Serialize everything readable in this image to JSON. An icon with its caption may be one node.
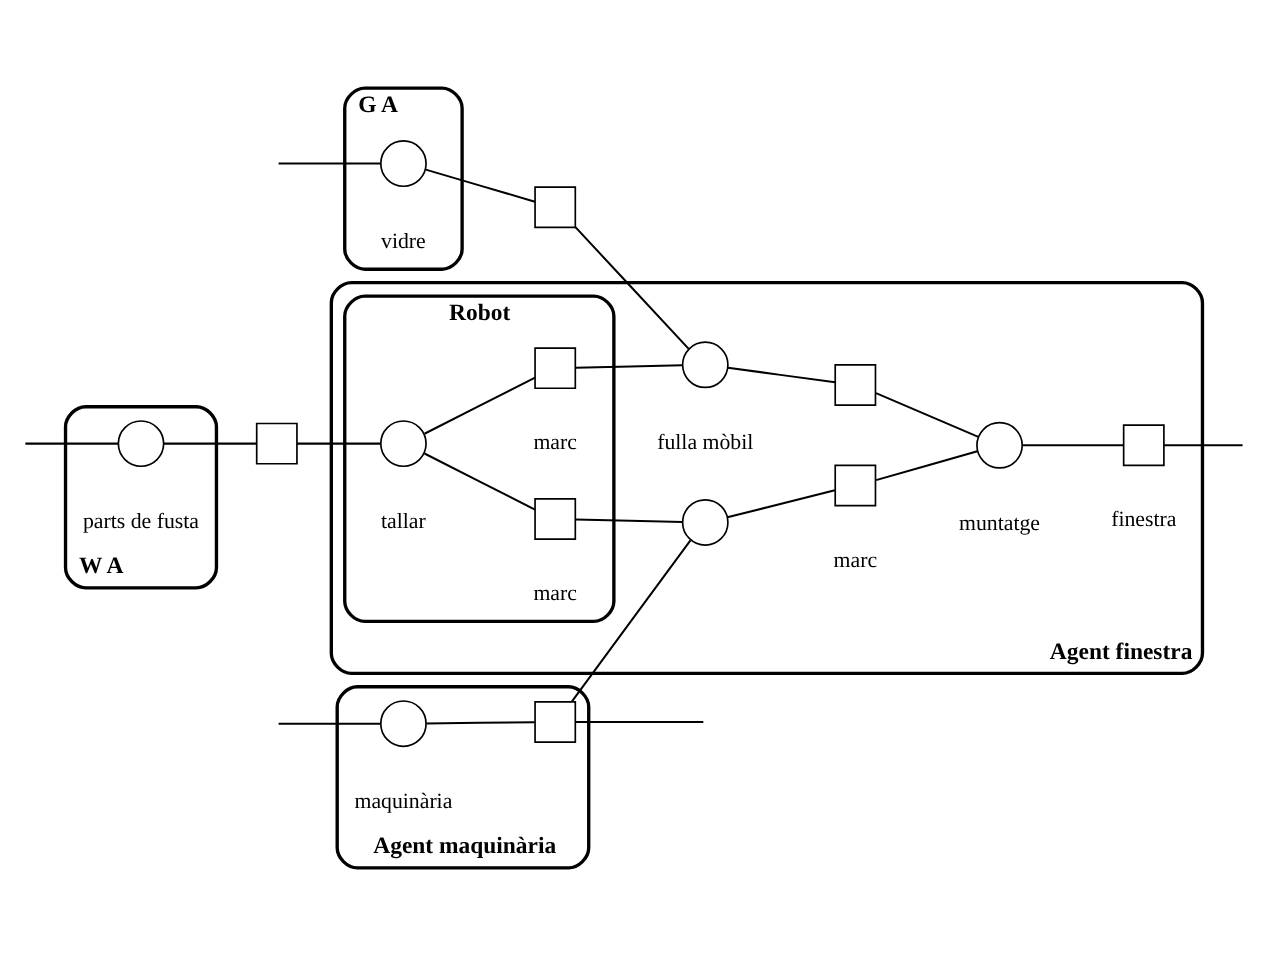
{
  "diagram": {
    "nodes": [
      {
        "text": [
          "G A"
        ]
      },
      {
        "text": [
          "Agent finestra"
        ]
      },
      {
        "text": [],
        "shape": "circle",
        "in": 0,
        "beside": [
          "vidre"
        ]
      },
      {
        "text": [],
        "shape": "box"
      },
      {
        "text": [
          "W A"
        ]
      },
      {
        "text": [],
        "shape": "circle",
        "in": 4,
        "beside": [
          "parts de fusta"
        ]
      },
      {
        "text": [],
        "shape": "box"
      },
      {
        "text": [
          "Robot"
        ],
        "in": 1
      },
      {
        "text": [],
        "shape": "circle",
        "in": 7,
        "beside": [
          "tallar"
        ]
      },
      {
        "text": [],
        "shape": "box",
        "in": 7,
        "beside": [
          "marc"
        ]
      },
      {
        "text": [],
        "shape": "box",
        "in": 7,
        "beside": [
          "marc"
        ]
      },
      {
        "text": [],
        "shape": "circle",
        "in": 1,
        "beside": [
          "fulla mòbil"
        ]
      },
      {
        "text": [],
        "shape": "box",
        "in": 1
      },
      {
        "text": [],
        "shape": "circle",
        "in": 1
      },
      {
        "text": [],
        "shape": "box",
        "in": 1,
        "beside": [
          "marc"
        ]
      },
      {
        "text": [],
        "shape": "circle",
        "in": 1,
        "beside": [
          "muntatge"
        ]
      },
      {
        "text": [],
        "shape": "box",
        "in": 1,
        "beside": [
          "finestra"
        ]
      },
      {
        "text": [
          "Agent maquinària"
        ]
      },
      {
        "text": [],
        "shape": "circle",
        "in": 17,
        "beside": [
          "maquinària"
        ]
      },
      {
        "text": [],
        "shape": "box",
        "in": 17
      }
    ],
    "edges": [
      {
        "from": null,
        "to": 2,
        "arrow": "none"
      },
      {
        "from": 2,
        "to": 3,
        "arrow": "none"
      },
      {
        "from": 3,
        "to": 11,
        "arrow": "none"
      },
      {
        "from": null,
        "to": 5,
        "arrow": "none"
      },
      {
        "from": 5,
        "to": 6,
        "arrow": "none"
      },
      {
        "from": 6,
        "to": 8,
        "arrow": "none"
      },
      {
        "from": 8,
        "to": 9,
        "arrow": "none"
      },
      {
        "from": 8,
        "to": 10,
        "arrow": "none"
      },
      {
        "from": 9,
        "to": 11,
        "arrow": "none"
      },
      {
        "from": 10,
        "to": 13,
        "arrow": "none"
      },
      {
        "from": 11,
        "to": 12,
        "arrow": "none"
      },
      {
        "from": 13,
        "to": 14,
        "arrow": "none"
      },
      {
        "from": 12,
        "to": 15,
        "arrow": "none"
      },
      {
        "from": 14,
        "to": 15,
        "arrow": "none"
      },
      {
        "from": 15,
        "to": 16,
        "arrow": "none"
      },
      {
        "from": 16,
        "to": null,
        "arrow": "none"
      },
      {
        "from": null,
        "to": 18,
        "arrow": "none"
      },
      {
        "from": 18,
        "to": 19,
        "arrow": "none"
      },
      {
        "from": 19,
        "to": 13,
        "arrow": "none"
      },
      {
        "from": 19,
        "to": null,
        "arrow": "none"
      }
    ]
  }
}
